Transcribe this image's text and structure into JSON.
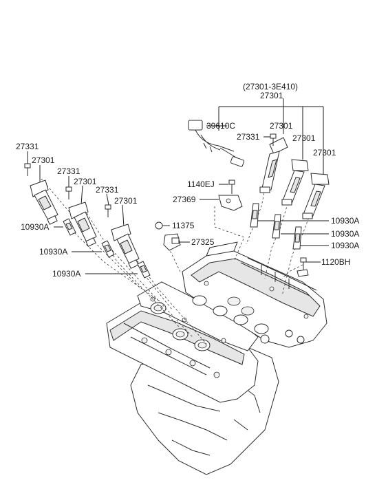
{
  "diagram": {
    "assembly": {
      "number": "(27301-3E410)",
      "main": "27301"
    },
    "labels": {
      "harness": "39610C",
      "bolt_right": "27331",
      "coil_right_1": "27301",
      "coil_right_2": "27301",
      "coil_right_3": "27301",
      "bolt_left_1": "27331",
      "coil_left_1": "27301",
      "bolt_left_2": "27331",
      "coil_left_2": "27301",
      "bolt_left_3": "27331",
      "coil_left_3": "27301",
      "plug_left_1": "10930A",
      "plug_left_2": "10930A",
      "plug_left_3": "10930A",
      "plug_right_1": "10930A",
      "plug_right_2": "10930A",
      "plug_right_3": "10930A",
      "bolt_1140": "1140EJ",
      "bracket": "27369",
      "bolt_11375": "11375",
      "sensor": "27325",
      "bolt_1120": "1120BH"
    }
  }
}
